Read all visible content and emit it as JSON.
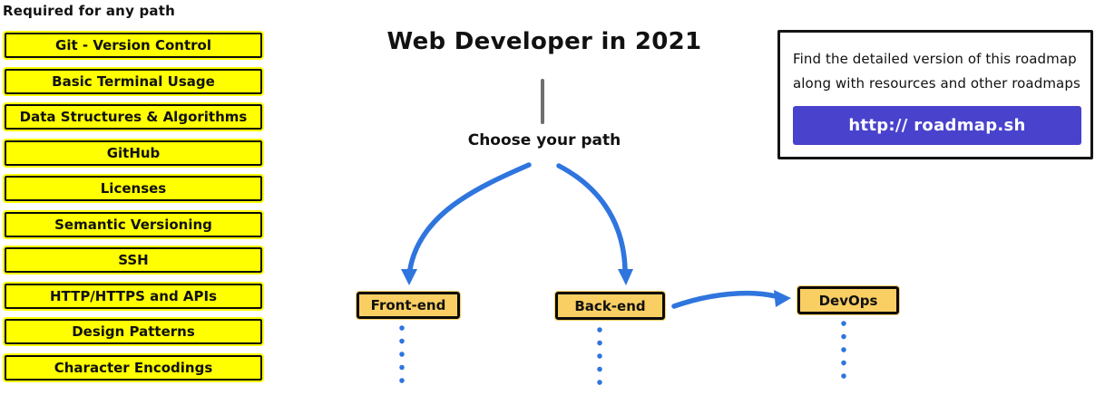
{
  "required": {
    "heading": "Required for any path",
    "items": [
      "Git - Version Control",
      "Basic Terminal Usage",
      "Data Structures & Algorithms",
      "GitHub",
      "Licenses",
      "Semantic Versioning",
      "SSH",
      "HTTP/HTTPS and APIs",
      "Design Patterns",
      "Character Encodings"
    ]
  },
  "header": {
    "title": "Web Developer in 2021"
  },
  "flow": {
    "choose_label": "Choose your path",
    "paths": [
      {
        "label": "Front-end"
      },
      {
        "label": "Back-end"
      },
      {
        "label": "DevOps"
      }
    ]
  },
  "info_box": {
    "line1": "Find the detailed version of this roadmap",
    "line2": "along with resources and other roadmaps",
    "button_label": "http:// roadmap.sh"
  },
  "colors": {
    "required-fill": "#FFFF00",
    "path-fill": "#F9CF63",
    "arrow-blue": "#2F75DE",
    "button-bg": "#4942CD",
    "line-gray": "#6E6E6E"
  }
}
